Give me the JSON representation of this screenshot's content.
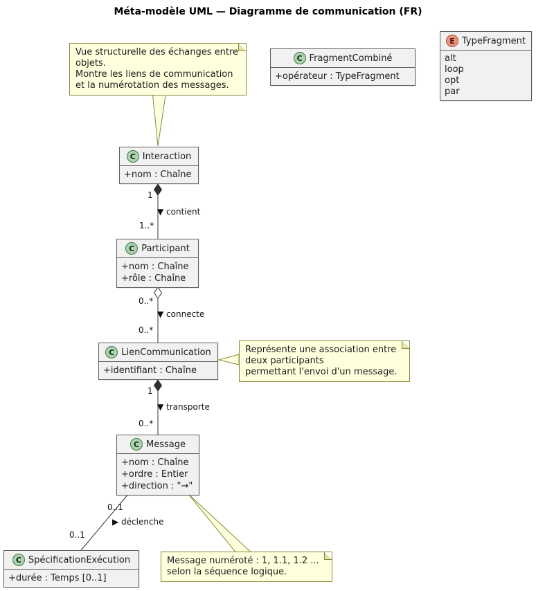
{
  "diagram": {
    "title": "Méta-modèle UML — Diagramme de communication (FR)"
  },
  "classes": {
    "interaction": {
      "icon": "C",
      "name": "Interaction",
      "attributes": [
        "+nom : Chaîne"
      ]
    },
    "participant": {
      "icon": "C",
      "name": "Participant",
      "attributes": [
        "+nom : Chaîne",
        "+rôle : Chaîne"
      ]
    },
    "lien_communication": {
      "icon": "C",
      "name": "LienCommunication",
      "attributes": [
        "+identifiant : Chaîne"
      ]
    },
    "message": {
      "icon": "C",
      "name": "Message",
      "attributes": [
        "+nom : Chaîne",
        "+ordre : Entier",
        "+direction : \"→\""
      ]
    },
    "specification_execution": {
      "icon": "C",
      "name": "SpécificationExécution",
      "attributes": [
        "+durée : Temps [0..1]"
      ]
    },
    "fragment_combine": {
      "icon": "C",
      "name": "FragmentCombiné",
      "attributes": [
        "+opérateur : TypeFragment"
      ]
    },
    "type_fragment": {
      "icon": "E",
      "name": "TypeFragment",
      "values": [
        "alt",
        "loop",
        "opt",
        "par"
      ]
    }
  },
  "notes": {
    "overview": {
      "lines": [
        "Vue structurelle des échanges entre",
        "objets.",
        "Montre les liens de communication",
        "et la numérotation des messages."
      ]
    },
    "lien": {
      "lines": [
        "Représente une association entre",
        "deux participants",
        "permettant l'envoi d'un message."
      ]
    },
    "message_note": {
      "lines": [
        "Message numéroté : 1, 1.1, 1.2 ...",
        "selon la séquence logique."
      ]
    }
  },
  "edges": {
    "contient": {
      "label": "▼ contient",
      "from_mult": "1",
      "to_mult": "1..*"
    },
    "connecte": {
      "label": "▼ connecte",
      "from_mult": "0..*",
      "to_mult": "0..*"
    },
    "transporte": {
      "label": "▼ transporte",
      "from_mult": "1",
      "to_mult": "0..*"
    },
    "declenche": {
      "label": "▶ déclenche",
      "from_mult": "0..1",
      "to_mult": "0..1"
    }
  },
  "colors": {
    "class_fill": "#f1f1f1",
    "note_fill": "#feffdd",
    "class_icon_fill": "#add1b2",
    "enum_icon_fill": "#eb937f",
    "edge_line": "#303030"
  }
}
